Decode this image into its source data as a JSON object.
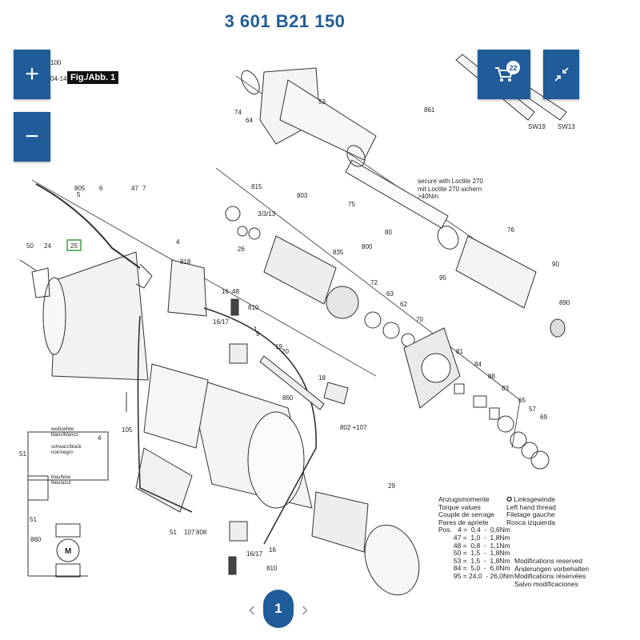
{
  "header": {
    "title": "3 601 B21 150"
  },
  "controls": {
    "zoom_in_icon": "plus-icon",
    "zoom_out_icon": "minus-icon",
    "cart_count": "22",
    "cart_icon": "cart-icon",
    "collapse_icon": "collapse-icon"
  },
  "figure": {
    "label": "Fig./Abb. 1",
    "corner_top": "100",
    "corner_bottom": "04-14"
  },
  "parts": {
    "p74": "74",
    "p64": "64",
    "p53": "53",
    "p861": "861",
    "p805": "805",
    "p5": "5",
    "p6": "6",
    "p47": "47",
    "p7": "7",
    "p815": "815",
    "p803": "803",
    "p3313": "3/3/13",
    "p26": "26",
    "p835": "835",
    "p75": "75",
    "p80": "80",
    "p800": "800",
    "p76": "76",
    "p95": "95",
    "p90": "90",
    "p890": "890",
    "p50": "50",
    "p24": "24",
    "p25": "25",
    "p4": "4",
    "p818": "818",
    "p16": "16",
    "p48": "48",
    "p810": "810",
    "p1617": "16/17",
    "p1": "1",
    "p9": "9",
    "p19": "19",
    "p20": "20",
    "p18": "18",
    "p860": "860",
    "p802_107": "802 +107",
    "p72": "72",
    "p63": "63",
    "p62": "62",
    "p70": "70",
    "p81": "81",
    "p84": "84",
    "p88": "88",
    "p83": "83",
    "p65": "65",
    "p57": "57",
    "p69": "69",
    "p105": "105",
    "p29": "29",
    "p51": "51",
    "p107": "107",
    "p808": "808",
    "sw19": "SW19",
    "sw13": "SW13"
  },
  "loctite_note": "secure with Loctite 270\nmit Loctite 270 sichern\n>40Nm",
  "wiring": {
    "w_white": "weiß/white\nblanc/blanco",
    "w_black": "schwarz/black\nnoir/negro",
    "w_blue": "blau/blue\nbleu/azul",
    "w4": "4",
    "w51a": "51",
    "w51b": "51",
    "w860": "860",
    "motor": "M"
  },
  "torque_legend": "Anzugsmomente\nTorque values\nCouple de serrage\nPares de apriete\nPos.   4 =  0,4  -  0,6Nm\n        47 =  1,0  -  1,8Nm\n        48 =  0,8  -  1,1Nm\n        50 =  1,5  -  1,8Nm\n        53 =  1,5  -  1,8Nm\n        84 =  5,0  -  6,0Nm\n        95 = 24,0  - 26,0Nm",
  "thread_legend": "Linksgewinde\nLeft hand thread\nFiletage gauche\nRosca izquierda",
  "modifications": "Modifications reserved\nÄnderungen vorbehalten\nModifications réservées\nSalvo modificaciones",
  "pager": {
    "current": "1",
    "prev_icon": "chevron-left-icon",
    "next_icon": "chevron-right-icon"
  }
}
